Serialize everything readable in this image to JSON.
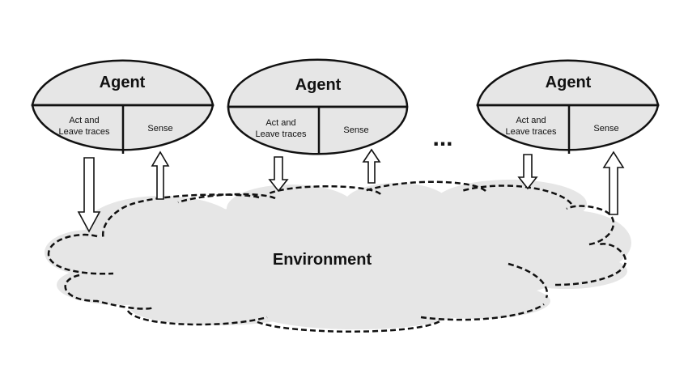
{
  "environment": {
    "label": "Environment"
  },
  "ellipsis": "...",
  "agents": [
    {
      "title": "Agent",
      "act_line1": "Act and",
      "act_line2": "Leave traces",
      "sense": "Sense"
    },
    {
      "title": "Agent",
      "act_line1": "Act and",
      "act_line2": "Leave traces",
      "sense": "Sense"
    },
    {
      "title": "Agent",
      "act_line1": "Act and",
      "act_line2": "Leave traces",
      "sense": "Sense"
    }
  ],
  "colors": {
    "fill": "#e6e6e6",
    "stroke": "#111111",
    "background": "#ffffff"
  }
}
